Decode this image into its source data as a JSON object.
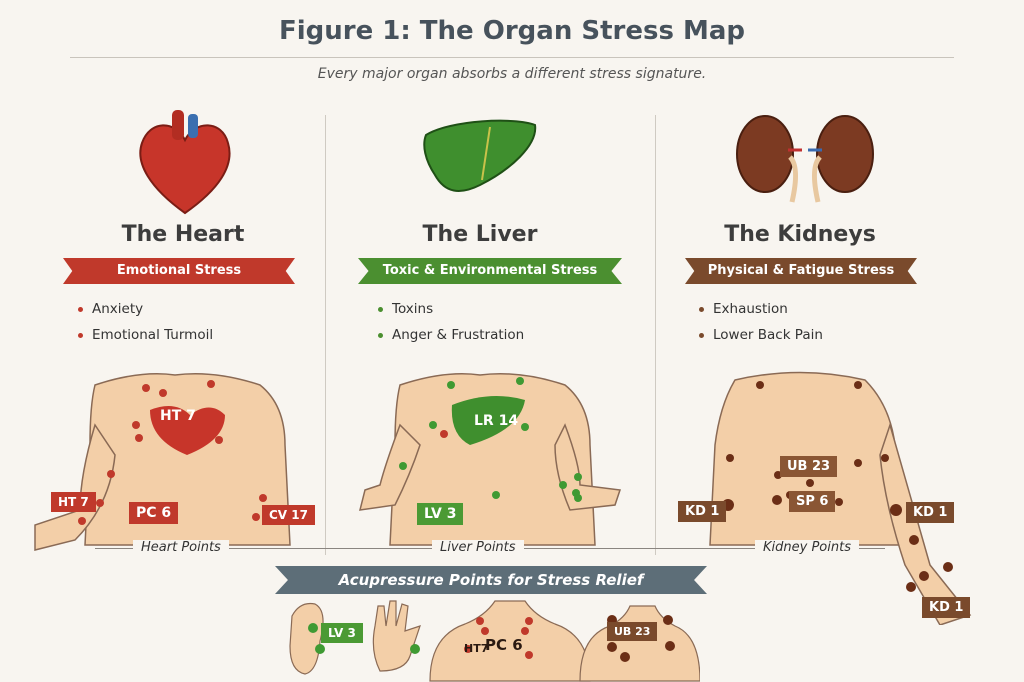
{
  "title": "Figure 1: The Organ Stress Map",
  "subtitle": "Every major organ absorbs a different stress signature.",
  "columns": [
    {
      "name": "The Heart",
      "stress": "Emotional Stress",
      "color": "#c0392b",
      "bullets": [
        "Anxiety",
        "Emotional Turmoil"
      ],
      "section_label": "Heart Points",
      "tags": [
        "HT 7",
        "HT 7",
        "PC 6",
        "CV 17"
      ]
    },
    {
      "name": "The Liver",
      "stress": "Toxic & Environmental Stress",
      "color": "#4b8f30",
      "bullets": [
        "Toxins",
        "Anger & Frustration"
      ],
      "section_label": "Liver Points",
      "tags": [
        "LR 14",
        "LV 3"
      ]
    },
    {
      "name": "The Kidneys",
      "stress": "Physical & Fatigue Stress",
      "color": "#7a4a2c",
      "bullets": [
        "Exhaustion",
        "Lower Back Pain"
      ],
      "section_label": "Kidney Points",
      "tags": [
        "UB 23",
        "SP 6",
        "KD 1",
        "KD 1",
        "KD 1"
      ]
    }
  ],
  "banner": "Acupressure Points for Stress Relief",
  "bottom_tags": [
    "LV 3",
    "HT7",
    "PC 6",
    "UB 23"
  ]
}
